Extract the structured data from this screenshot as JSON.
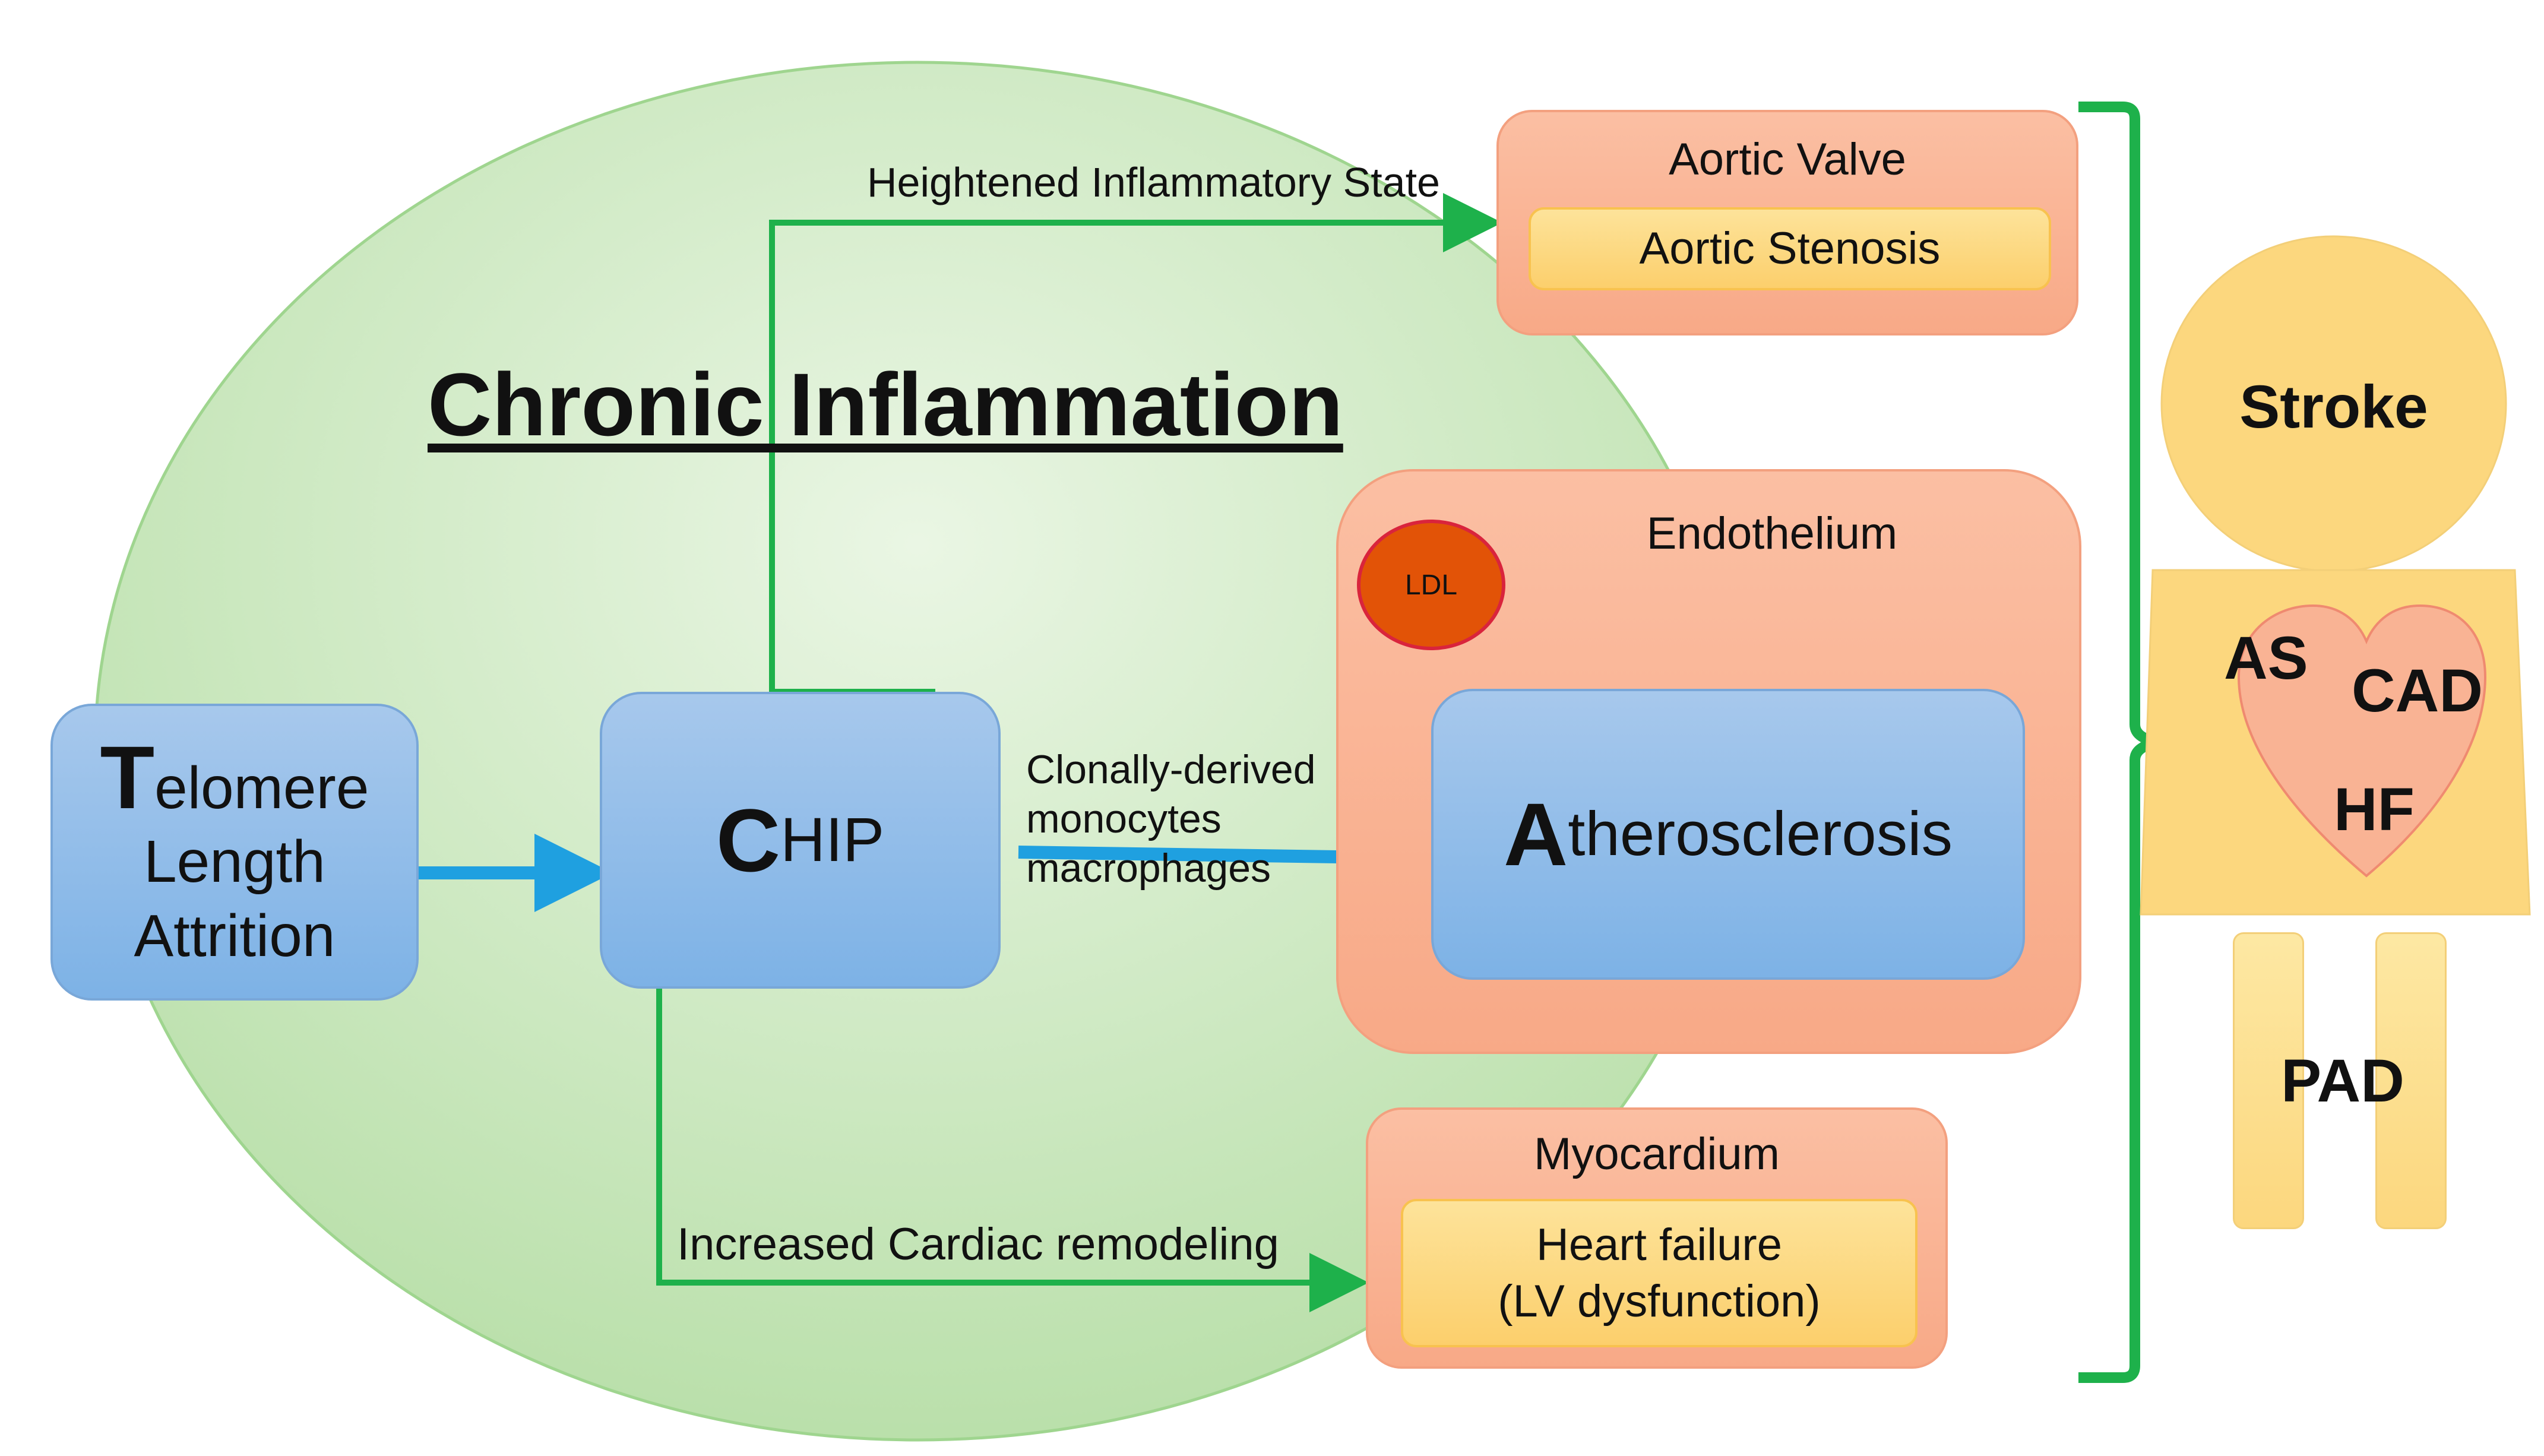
{
  "title": "Chronic Inflammation",
  "telomere": {
    "initial": "T",
    "line1_rest": "elomere",
    "line2": "Length",
    "line3": "Attrition"
  },
  "chip": {
    "initial": "C",
    "rest": "HIP"
  },
  "aortic_valve": {
    "title": "Aortic Valve",
    "inner": "Aortic Stenosis"
  },
  "endothelium": {
    "title": "Endothelium",
    "ldl": "LDL"
  },
  "atherosclerosis": {
    "initial": "A",
    "rest": "therosclerosis"
  },
  "myocardium": {
    "title": "Myocardium",
    "inner_line1": "Heart failure",
    "inner_line2": "(LV dysfunction)"
  },
  "arrows": {
    "top": "Heightened Inflammatory State",
    "middle_line1": "Clonally-derived",
    "middle_line2": "monocytes",
    "middle_line3": "macrophages",
    "bottom": "Increased Cardiac remodeling"
  },
  "figure": {
    "head": "Stroke",
    "as": "AS",
    "cad": "CAD",
    "hf": "HF",
    "legs": "PAD"
  },
  "colors": {
    "inflammation_fill": "#d3ecc8",
    "connector_green": "#1eb14b",
    "arrow_blue": "#1fa0e0",
    "box_blue": "#8dbbea",
    "box_salmon": "#f9b394",
    "box_yellow": "#fcd77c",
    "ldl_fill": "#e25307",
    "heart_fill": "#f9b394"
  }
}
